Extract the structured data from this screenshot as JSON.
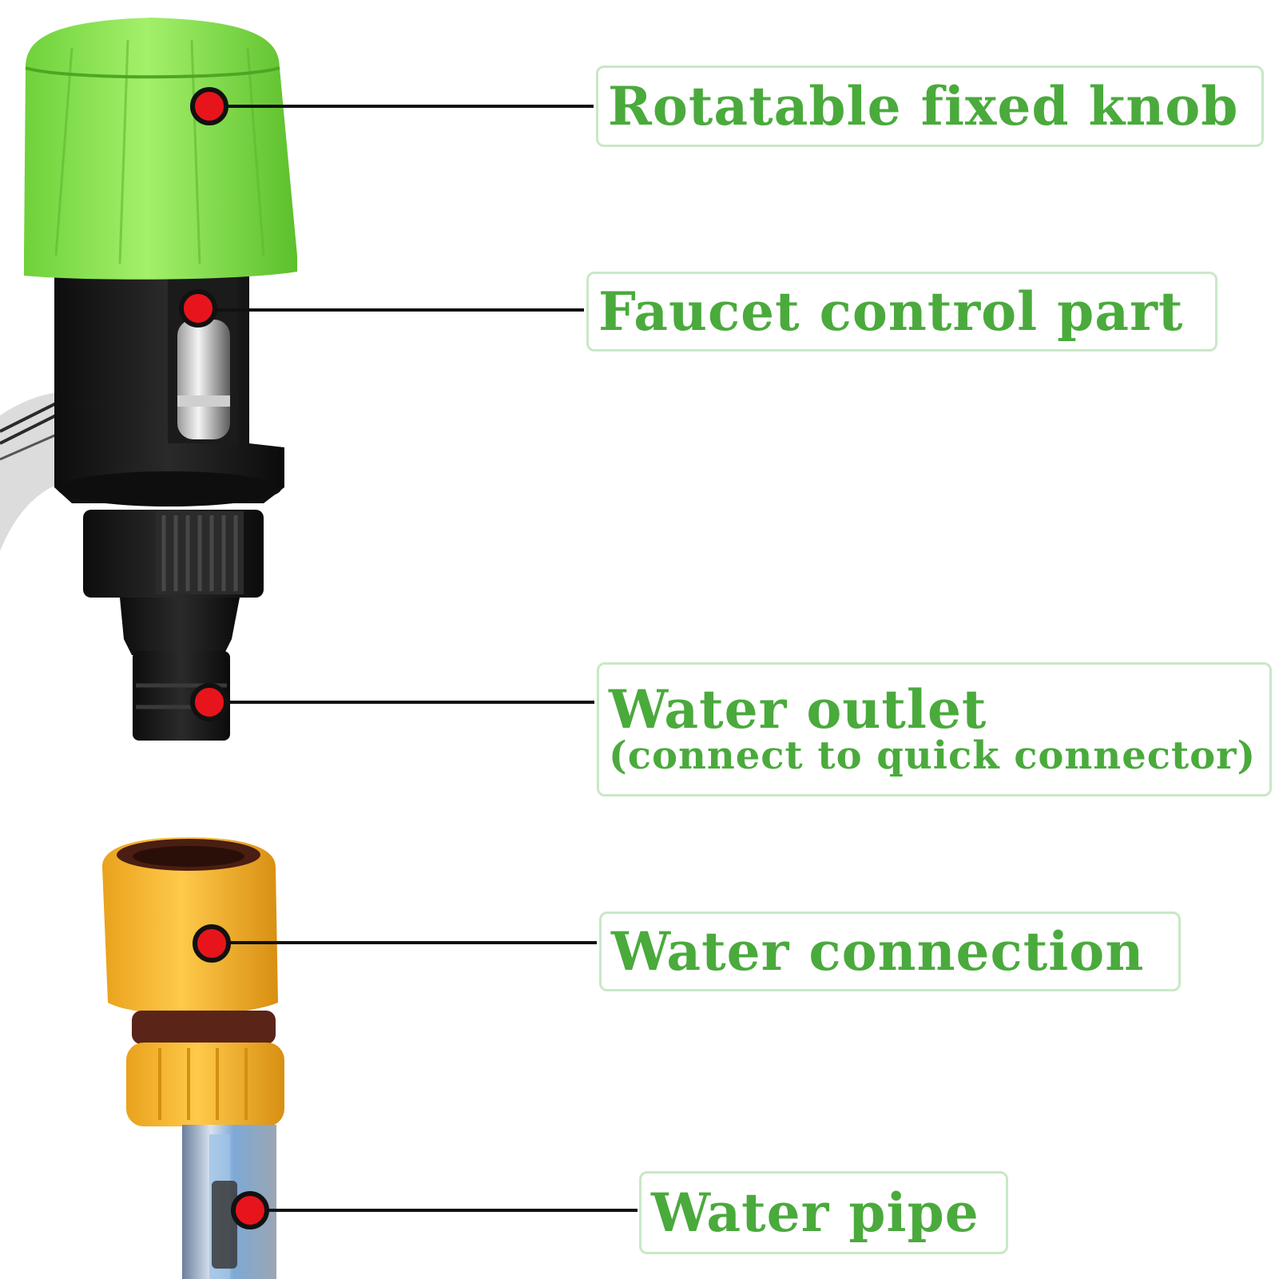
{
  "labels": [
    {
      "id": "knob",
      "text": "Rotatable fixed knob"
    },
    {
      "id": "faucet",
      "text": "Faucet control part"
    },
    {
      "id": "outlet",
      "text": "Water outlet",
      "subtext": "(connect to quick connector)"
    },
    {
      "id": "connection",
      "text": "Water connection"
    },
    {
      "id": "pipe",
      "text": "Water pipe"
    }
  ],
  "colors": {
    "label_text": "#4aaa3c",
    "label_border": "#c9e8c6",
    "marker": "#e8141b",
    "knob_green": "#8ee24e",
    "connector_yellow": "#f5b428",
    "body_black": "#141414"
  }
}
